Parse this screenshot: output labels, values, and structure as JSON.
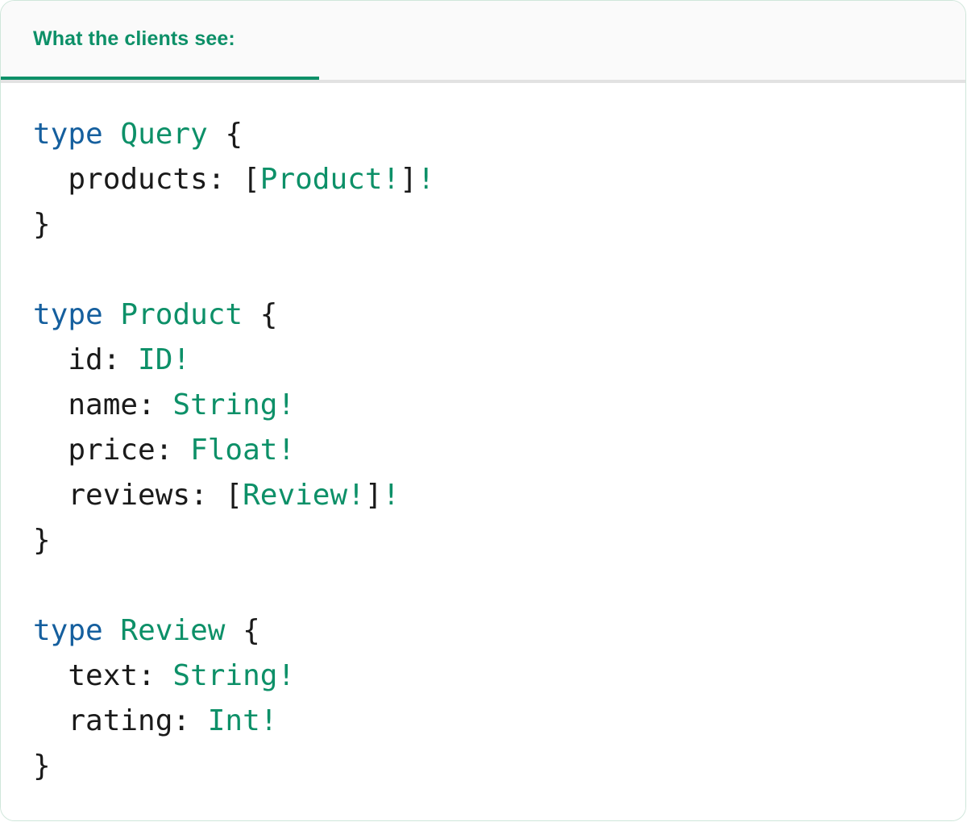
{
  "card": {
    "border_color": "#cfe6da",
    "background": "#ffffff"
  },
  "header": {
    "tab_label": "What the clients see:",
    "accent_color": "#0d9068",
    "band_background": "#fafafa",
    "divider_color": "#e2e2e2"
  },
  "code": {
    "language": "graphql",
    "colors": {
      "keyword": "#155f9e",
      "type": "#0d9068",
      "punctuation": "#1a1a1a",
      "field": "#1a1a1a"
    },
    "lines": [
      {
        "id": "l1",
        "tokens": [
          {
            "t": "type",
            "c": "kw"
          },
          {
            "t": " ",
            "c": "punc"
          },
          {
            "t": "Query",
            "c": "type"
          },
          {
            "t": " {",
            "c": "punc"
          }
        ]
      },
      {
        "id": "l2",
        "tokens": [
          {
            "t": "  products: ",
            "c": "field"
          },
          {
            "t": "[",
            "c": "punc"
          },
          {
            "t": "Product!",
            "c": "type"
          },
          {
            "t": "]",
            "c": "punc"
          },
          {
            "t": "!",
            "c": "type"
          }
        ]
      },
      {
        "id": "l3",
        "tokens": [
          {
            "t": "}",
            "c": "punc"
          }
        ]
      },
      {
        "id": "l4",
        "tokens": []
      },
      {
        "id": "l5",
        "tokens": [
          {
            "t": "type",
            "c": "kw"
          },
          {
            "t": " ",
            "c": "punc"
          },
          {
            "t": "Product",
            "c": "type"
          },
          {
            "t": " {",
            "c": "punc"
          }
        ]
      },
      {
        "id": "l6",
        "tokens": [
          {
            "t": "  id: ",
            "c": "field"
          },
          {
            "t": "ID!",
            "c": "type"
          }
        ]
      },
      {
        "id": "l7",
        "tokens": [
          {
            "t": "  name: ",
            "c": "field"
          },
          {
            "t": "String!",
            "c": "type"
          }
        ]
      },
      {
        "id": "l8",
        "tokens": [
          {
            "t": "  price: ",
            "c": "field"
          },
          {
            "t": "Float!",
            "c": "type"
          }
        ]
      },
      {
        "id": "l9",
        "tokens": [
          {
            "t": "  reviews: ",
            "c": "field"
          },
          {
            "t": "[",
            "c": "punc"
          },
          {
            "t": "Review!",
            "c": "type"
          },
          {
            "t": "]",
            "c": "punc"
          },
          {
            "t": "!",
            "c": "type"
          }
        ]
      },
      {
        "id": "l10",
        "tokens": [
          {
            "t": "}",
            "c": "punc"
          }
        ]
      },
      {
        "id": "l11",
        "tokens": []
      },
      {
        "id": "l12",
        "tokens": [
          {
            "t": "type",
            "c": "kw"
          },
          {
            "t": " ",
            "c": "punc"
          },
          {
            "t": "Review",
            "c": "type"
          },
          {
            "t": " {",
            "c": "punc"
          }
        ]
      },
      {
        "id": "l13",
        "tokens": [
          {
            "t": "  text: ",
            "c": "field"
          },
          {
            "t": "String!",
            "c": "type"
          }
        ]
      },
      {
        "id": "l14",
        "tokens": [
          {
            "t": "  rating: ",
            "c": "field"
          },
          {
            "t": "Int!",
            "c": "type"
          }
        ]
      },
      {
        "id": "l15",
        "tokens": [
          {
            "t": "}",
            "c": "punc"
          }
        ]
      }
    ]
  }
}
